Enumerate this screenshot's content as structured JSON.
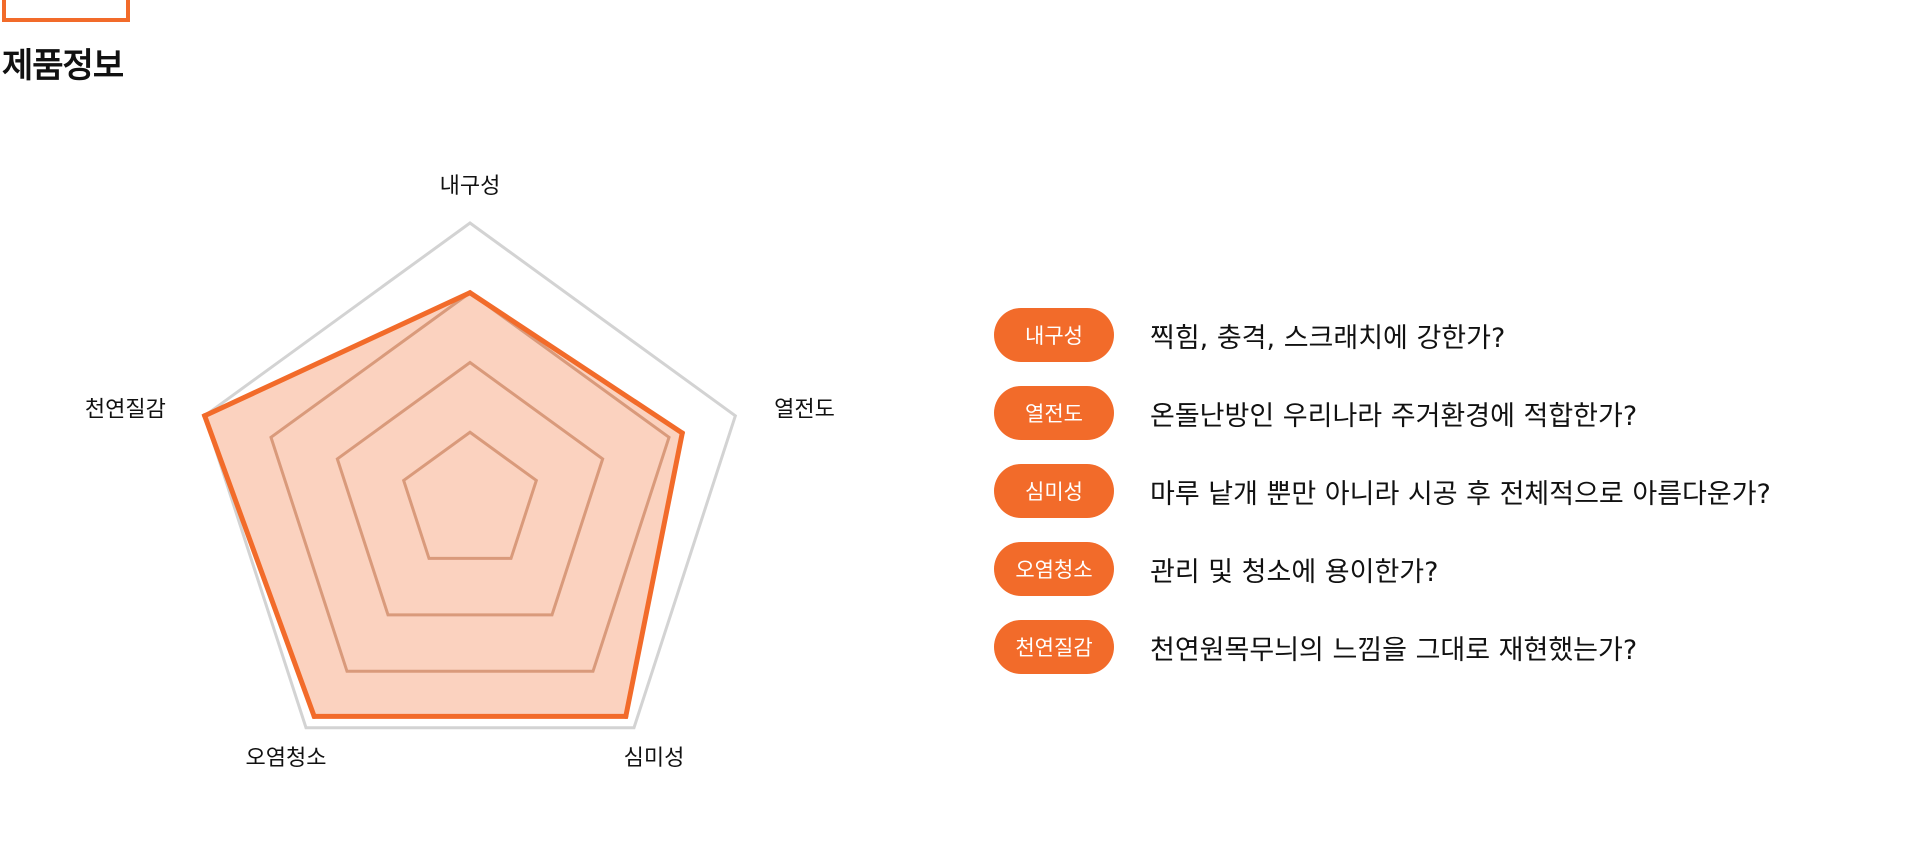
{
  "page": {
    "title": "제품정보"
  },
  "colors": {
    "accent": "#F26B2A",
    "fill": "#FDD5C0",
    "grid": "#D3D3D3",
    "inner_grid": "#CFAF9E"
  },
  "chart_data": {
    "type": "radar",
    "axes": [
      "내구성",
      "열전도",
      "심미성",
      "오염청소",
      "천연질감"
    ],
    "levels": 4,
    "max": 4,
    "values": [
      3,
      3.2,
      3.8,
      3.8,
      4
    ]
  },
  "criteria": [
    {
      "label": "내구성",
      "text": "찍힘, 충격, 스크래치에 강한가?"
    },
    {
      "label": "열전도",
      "text": "온돌난방인 우리나라 주거환경에 적합한가?"
    },
    {
      "label": "심미성",
      "text": "마루 낱개 뿐만 아니라 시공 후 전체적으로 아름다운가?"
    },
    {
      "label": "오염청소",
      "text": "관리 및 청소에 용이한가?"
    },
    {
      "label": "천연질감",
      "text": "천연원목무늬의 느낌을 그대로 재현했는가?"
    }
  ]
}
